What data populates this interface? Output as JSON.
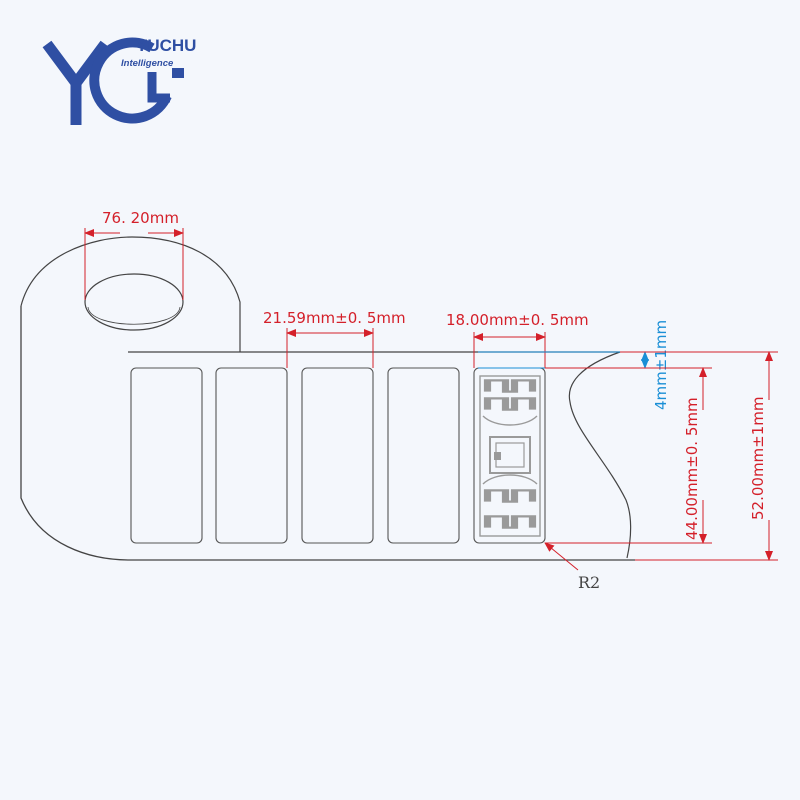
{
  "brand": {
    "name": "YUCHU",
    "tagline": "Intelligence",
    "logo_color": "#2f4fa3"
  },
  "dimensions": {
    "core_diameter": "76. 20mm",
    "label_pitch": "21.59mm±0. 5mm",
    "inlay_width": "18.00mm±0. 5mm",
    "edge_gap": "4mm±1mm",
    "label_height": "44.00mm±0. 5mm",
    "liner_width": "52.00mm±1mm",
    "corner_radius": "R2"
  },
  "colors": {
    "dimension_red": "#d4202a",
    "dimension_blue": "#1a8fd6",
    "outline": "#444444",
    "antenna": "#9a9a9a"
  }
}
